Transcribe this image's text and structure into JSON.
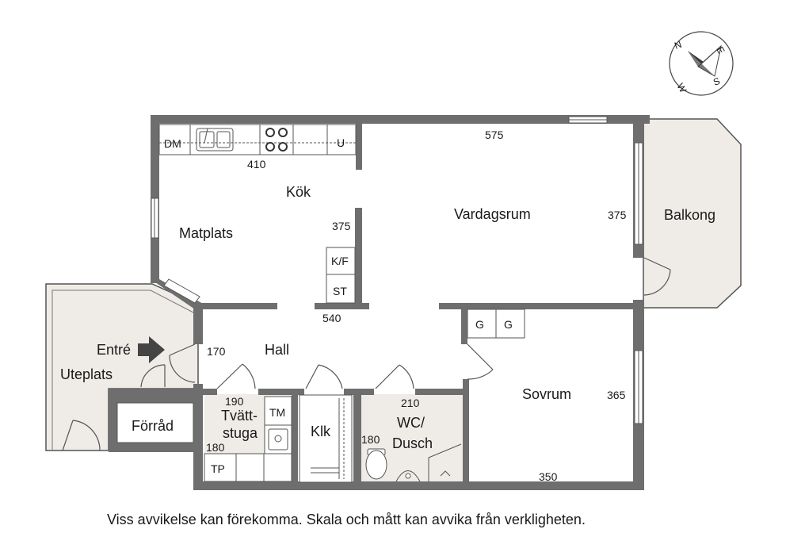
{
  "rooms": {
    "kok": "Kök",
    "matplats": "Matplats",
    "vardagsrum": "Vardagsrum",
    "balkong": "Balkong",
    "entre": "Entré",
    "uteplats": "Uteplats",
    "hall": "Hall",
    "forrad": "Förråd",
    "tvatt_1": "Tvätt-",
    "tvatt_2": "stuga",
    "klk": "Klk",
    "wc_1": "WC/",
    "wc_2": "Dusch",
    "sovrum": "Sovrum"
  },
  "dimensions": {
    "kitchen_width": "410",
    "living_width": "575",
    "kitchen_depth": "375",
    "living_depth": "375",
    "hall_width": "540",
    "hall_depth": "170",
    "laundry_width": "190",
    "laundry_depth": "180",
    "wc_width": "210",
    "wc_depth": "180",
    "bedroom_depth": "365",
    "bedroom_width": "350"
  },
  "fixtures": {
    "dm": "DM",
    "u": "U",
    "kf": "K/F",
    "st": "ST",
    "g1": "G",
    "g2": "G",
    "tm": "TM",
    "tp": "TP"
  },
  "compass": {
    "n": "N",
    "e": "E",
    "s": "S",
    "w": "W"
  },
  "disclaimer": "Viss avvikelse kan förekomma. Skala och mått kan avvika från verkligheten.",
  "colors": {
    "wall": "#6e6e6e",
    "floor_tint": "#efebe7",
    "line": "#555555"
  }
}
